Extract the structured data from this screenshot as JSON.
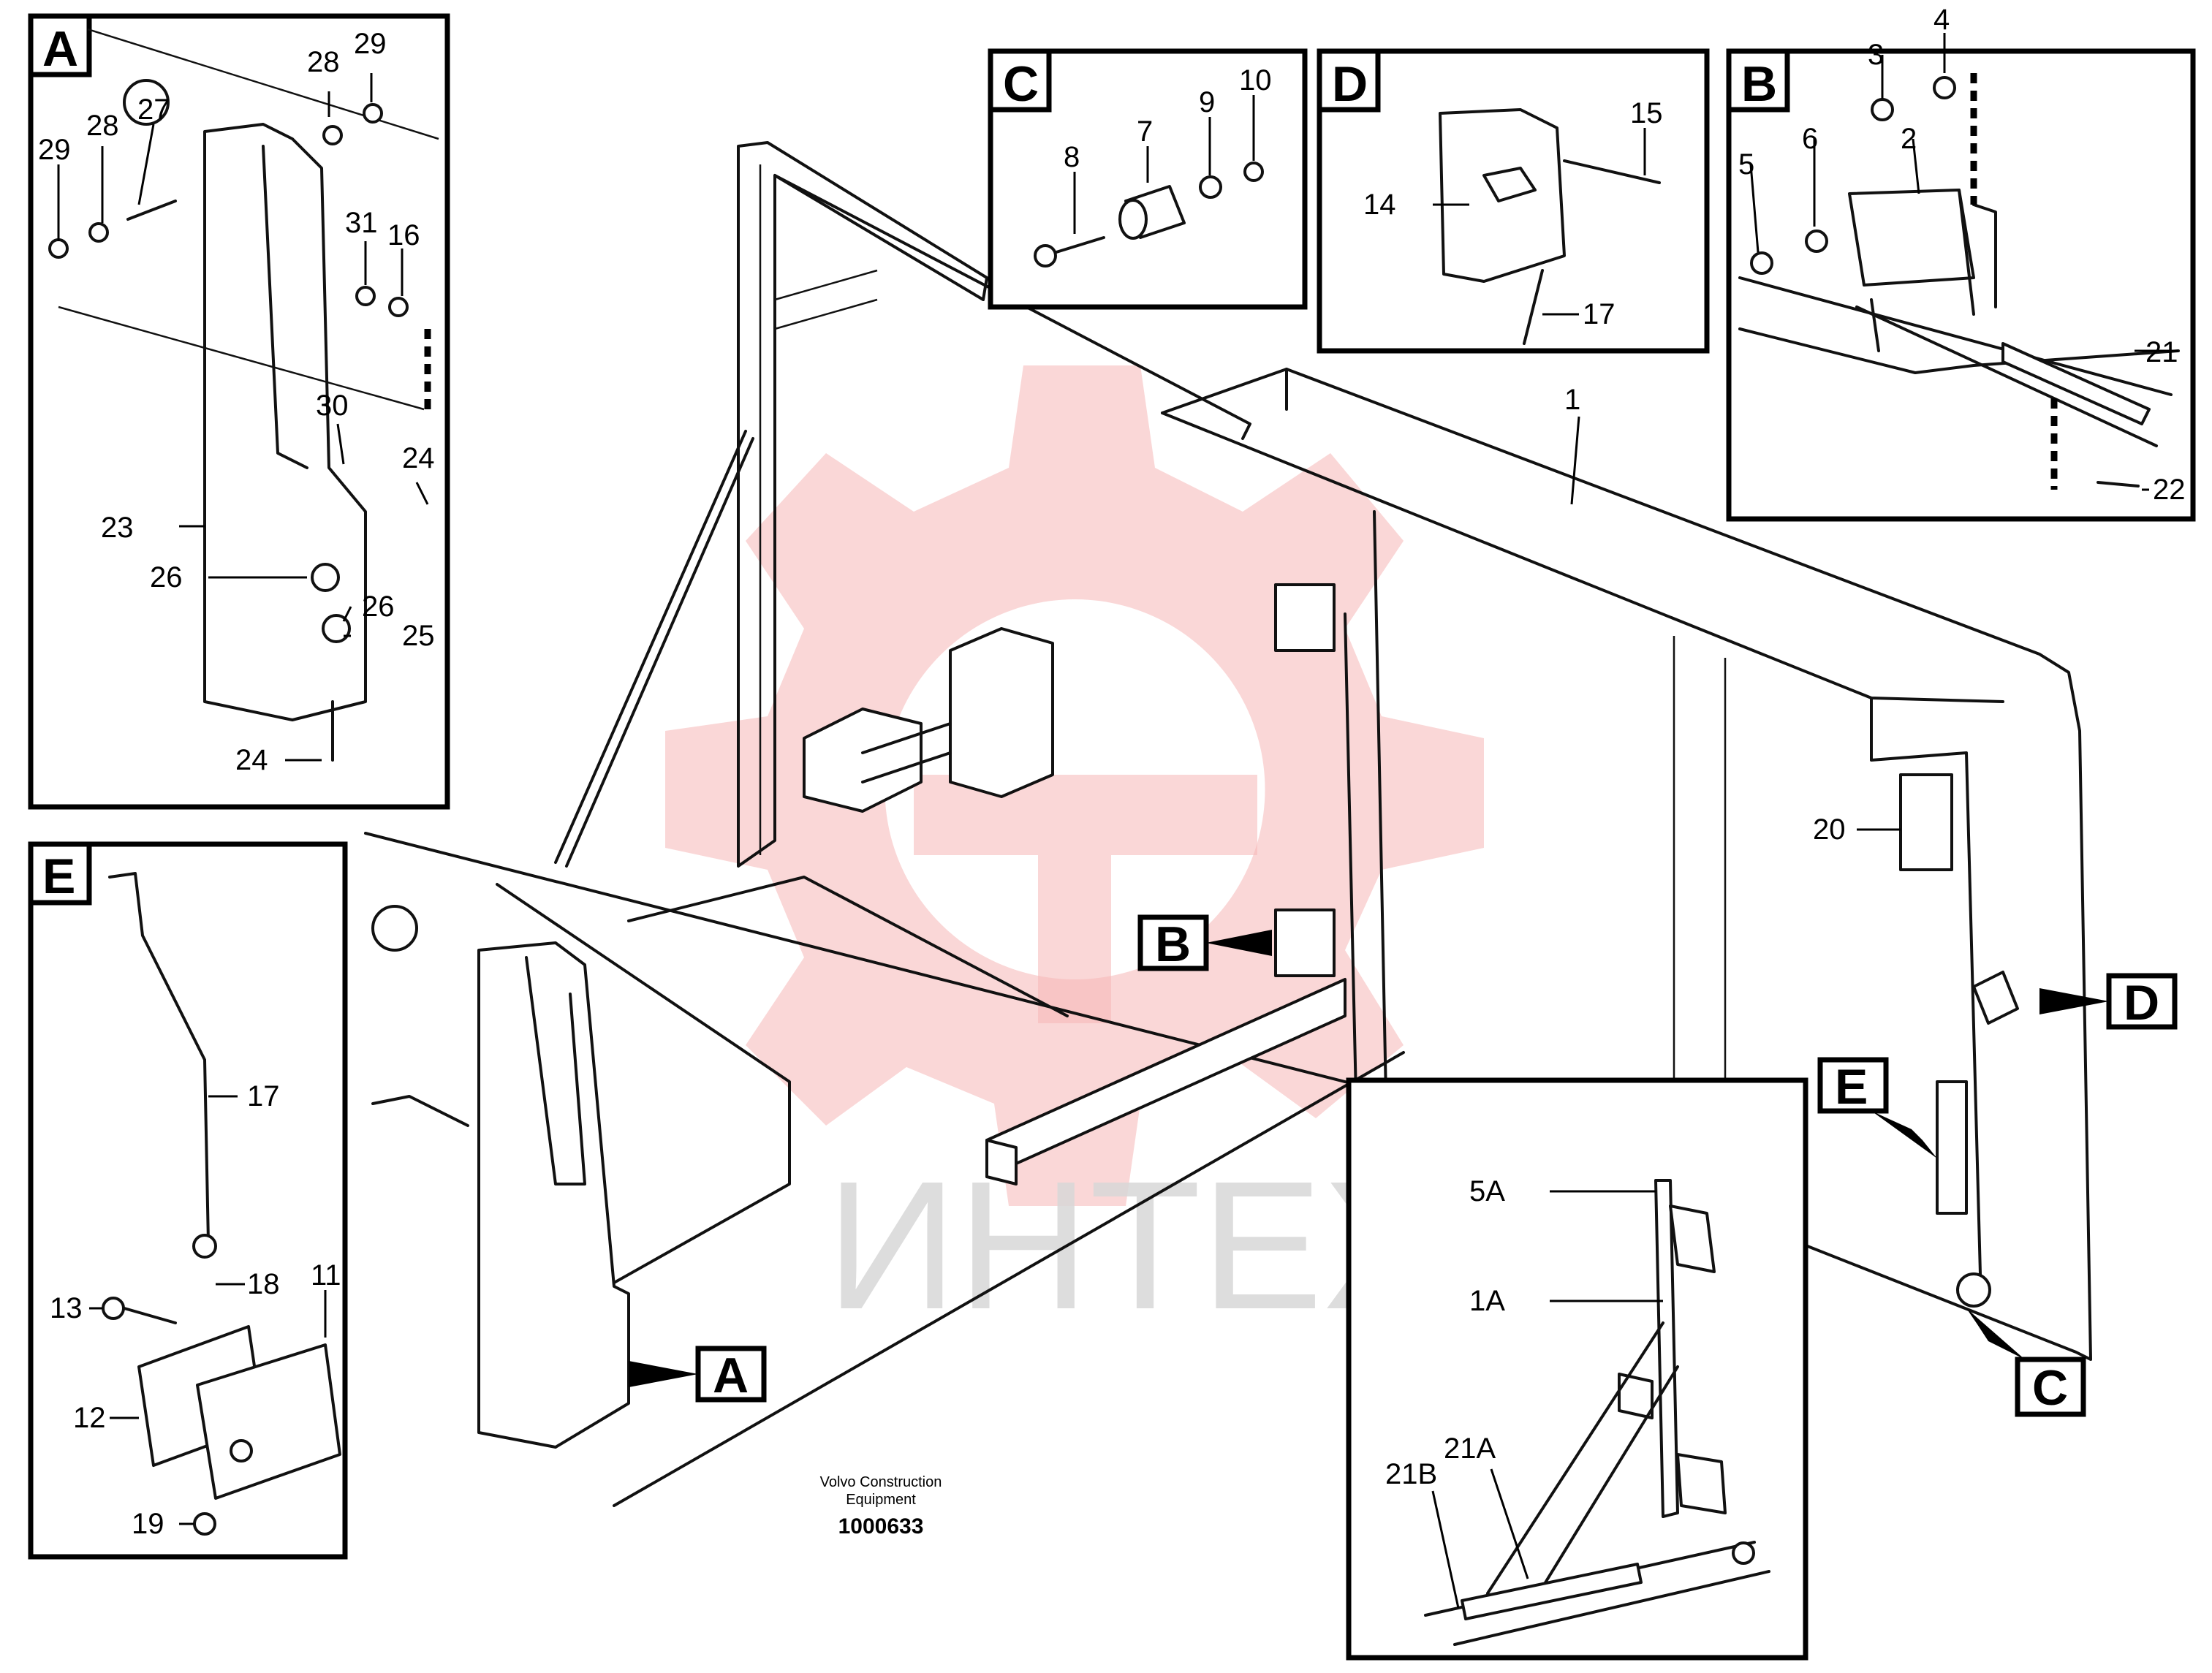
{
  "detail_boxes": {
    "A": "A",
    "B": "B",
    "C": "C",
    "D": "D",
    "E": "E"
  },
  "main_callouts": {
    "B": "B",
    "A": "A",
    "C": "C",
    "D": "D",
    "E": "E"
  },
  "main_labels": {
    "1": "1",
    "20": "20"
  },
  "detail_a_labels": {
    "p28a": "28",
    "p29a": "29",
    "p29b": "29",
    "p28b": "28",
    "p27": "27",
    "p31": "31",
    "p16": "16",
    "p30": "30",
    "p24a": "24",
    "p23": "23",
    "p26a": "26",
    "p26b": "26",
    "p25": "25",
    "p24b": "24"
  },
  "detail_c_labels": {
    "p8": "8",
    "p7": "7",
    "p9": "9",
    "p10": "10"
  },
  "detail_d_labels": {
    "p15": "15",
    "p14": "14",
    "p17": "17"
  },
  "detail_b_labels": {
    "p4": "4",
    "p3": "3",
    "p5": "5",
    "p6": "6",
    "p2": "2",
    "p21": "21",
    "p22": "22"
  },
  "detail_e_labels": {
    "p17": "17",
    "p18": "18",
    "p13": "13",
    "p11": "11",
    "p12": "12",
    "p19": "19"
  },
  "inset_labels": {
    "p5A": "5A",
    "p1A": "1A",
    "p21A": "21A",
    "p21B": "21B"
  },
  "watermark": {
    "text": "ИНТЕХ"
  },
  "credit": {
    "line1": "Volvo Construction",
    "line2": "Equipment",
    "drawing_number": "1000633"
  }
}
